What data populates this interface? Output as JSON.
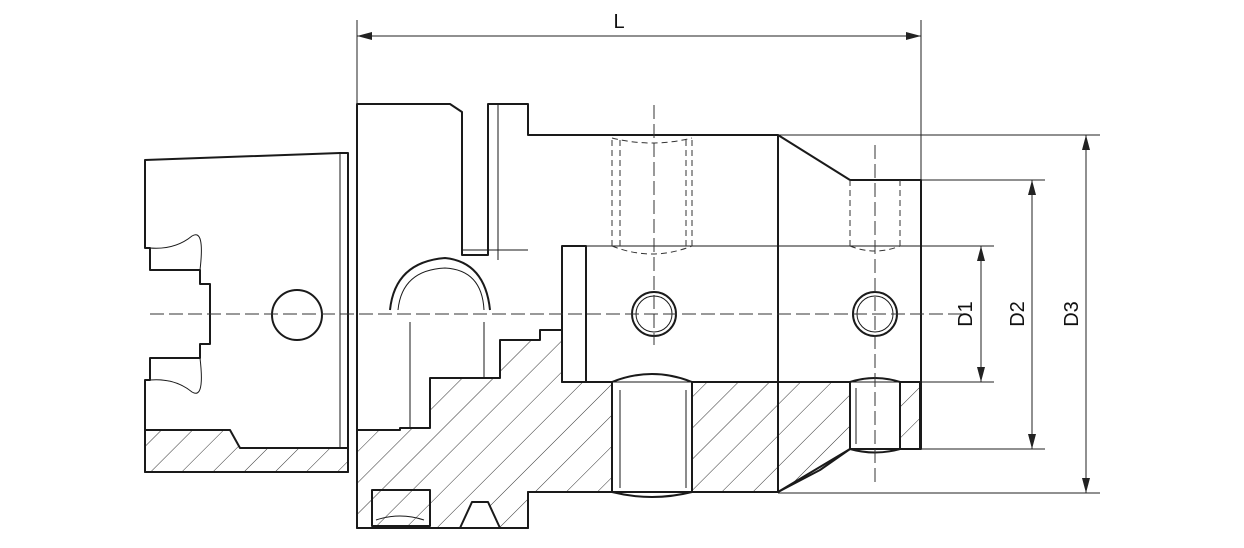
{
  "labels": {
    "length": "L",
    "d1": "D1",
    "d2": "D2",
    "d3": "D3"
  },
  "colors": {
    "line": "#1a1a1a",
    "background": "#ffffff"
  }
}
